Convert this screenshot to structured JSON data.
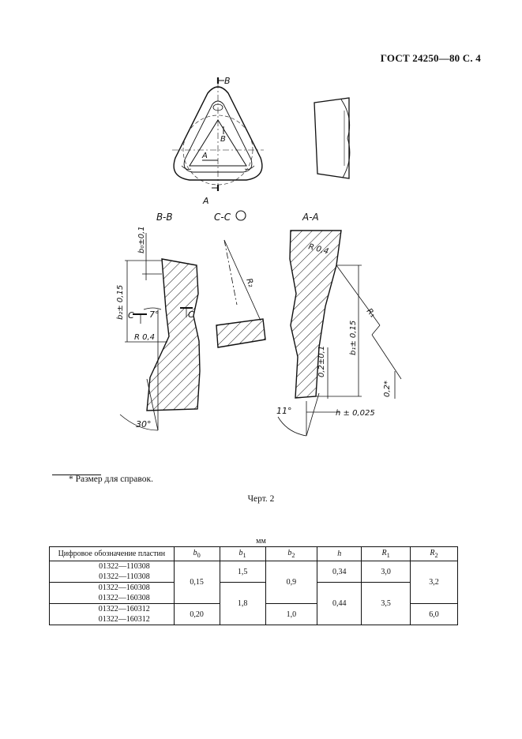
{
  "header": "ГОСТ 24250—80 С. 4",
  "drawing": {
    "labels": {
      "top_B": "B",
      "inner_B": "B",
      "inner_A": "A",
      "bottom_A": "A",
      "section_BB": "B-B",
      "section_CC": "C-C",
      "section_AA": "A-A",
      "b0": "b₀±0,1",
      "b2": "b₂± 0,15",
      "C_left": "C",
      "C_right": "C",
      "angle_7": "7°",
      "R04_left": "R 0,4",
      "angle_30": "30°",
      "R2": "R₂",
      "R04_right": "R 0,4",
      "R1": "R₁",
      "b1": "b₁± 0,15",
      "dim_02_01": "0,2±0,1",
      "dim_02_star": "0,2*",
      "angle_11": "11°",
      "h_tol": "h ± 0,025"
    }
  },
  "footnote": "* Размер для справок.",
  "caption": "Черт. 2",
  "table": {
    "unit": "мм",
    "headers": [
      "Цифровое обозначение пластин",
      "b",
      "0",
      "b",
      "1",
      "b",
      "2",
      "h",
      "R",
      "1",
      "R",
      "2"
    ],
    "codes": [
      "01322—110308",
      "01322—110308",
      "01322—160308",
      "01322—160308",
      "01322—160312",
      "01322—160312"
    ],
    "b0": [
      "0,15",
      "0,20"
    ],
    "b1": [
      "1,5",
      "1,8"
    ],
    "b2": [
      "0,9",
      "1,0"
    ],
    "h": [
      "0,34",
      "0,44"
    ],
    "R1": [
      "3,0",
      "3,5"
    ],
    "R2": [
      "3,2",
      "6,0"
    ]
  }
}
